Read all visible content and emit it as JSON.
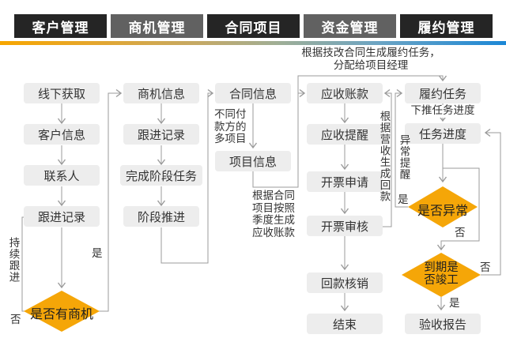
{
  "header": {
    "tabs": [
      "客户管理",
      "商机管理",
      "合同项目",
      "资金管理",
      "履约管理"
    ]
  },
  "flow": {
    "customer": {
      "offline": "线下获取",
      "info": "客户信息",
      "contact": "联系人",
      "followup": "跟进记录",
      "decision": "是否有商机",
      "keep_following": "持续跟进",
      "no": "否",
      "yes": "是"
    },
    "opportunity": {
      "info": "商机信息",
      "followup": "跟进记录",
      "complete_task": "完成阶段任务",
      "advance": "阶段推进"
    },
    "contract": {
      "info": "合同信息",
      "project": "项目信息",
      "multi_note": "不同付款方的多项目",
      "quarterly_note": "根据合同项目按照季度生成应收账款"
    },
    "fund": {
      "receivable": "应收账款",
      "reminder": "应收提醒",
      "invoice_request": "开票申请",
      "invoice_review": "开票审核",
      "writeoff": "回款核销",
      "end": "结束",
      "revenue_note": "根据营收生成回款"
    },
    "performance": {
      "generate_note": "根据技改合同生成履约任务，分配给项目经理",
      "task": "履约任务",
      "push_note": "下推任务进度",
      "progress": "任务进度",
      "abnormal": "是否异常",
      "alert_note": "异常提醒",
      "yes_abnormal": "是",
      "no_abnormal": "否",
      "due": "到期是否竣工",
      "no_due": "否",
      "yes_due": "是",
      "report": "验收报告"
    }
  },
  "colors": {
    "tab_dark": "#252525",
    "tab_gray": "#616161",
    "node_bg": "#ededed",
    "diamond": "#F5A608",
    "line": "#9b9b9b",
    "gradient_start": "#F7A600",
    "gradient_end": "#1B87D6"
  }
}
